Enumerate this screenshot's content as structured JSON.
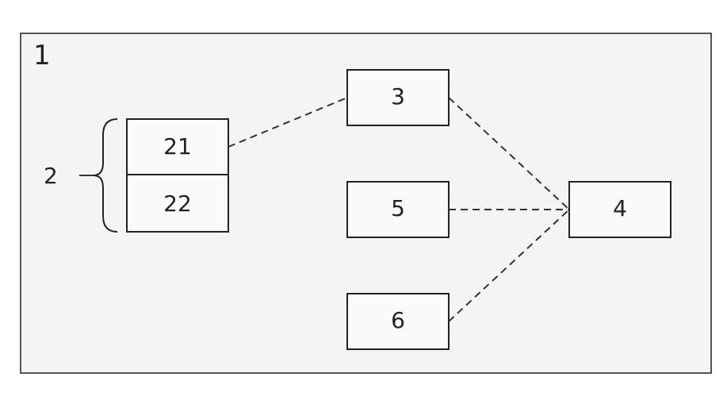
{
  "outer_label": "1",
  "group_label": "2",
  "boxes": {
    "b21": "21",
    "b22": "22",
    "b3": "3",
    "b4": "4",
    "b5": "5",
    "b6": "6"
  }
}
